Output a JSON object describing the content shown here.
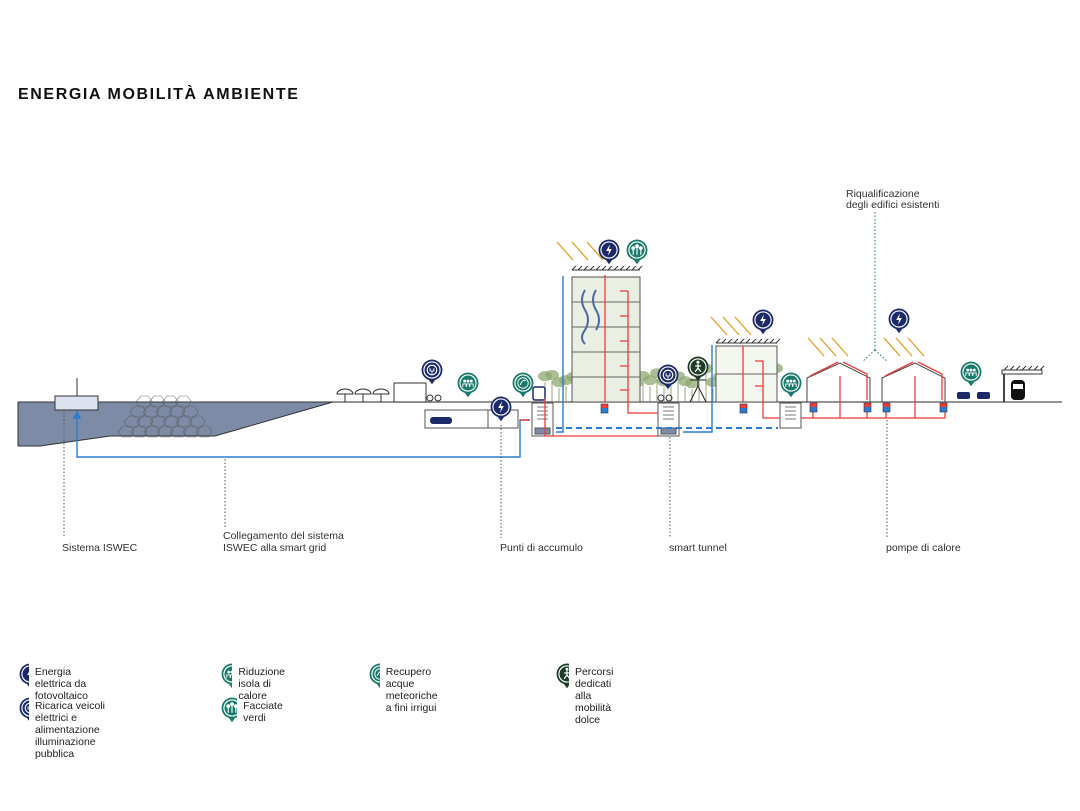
{
  "title": "ENERGIA MOBILITÀ AMBIENTE",
  "colors": {
    "navy": "#1c2a6b",
    "teal": "#1a7a6c",
    "darkgreen": "#1f3b26",
    "sea": "#7d8ba6",
    "blue": "#2a7dd1",
    "red": "#ee3b3b",
    "sun": "#e0a020",
    "tree": "#8fa870"
  },
  "labels": {
    "iswec": "Sistema ISWEC",
    "collegamento_1": "Collegamento del sistema",
    "collegamento_2": "ISWEC alla smart grid",
    "accumulo": "Punti di accumulo",
    "tunnel": "smart tunnel",
    "pompe": "pompe di calore",
    "riqualificazione_1": "Riqualificazione",
    "riqualificazione_2": "degli edifici esistenti"
  },
  "pins": [
    {
      "icon": "charging-icon",
      "color": "navy"
    },
    {
      "icon": "heat-island-icon",
      "color": "teal"
    },
    {
      "icon": "rainwater-icon",
      "color": "teal"
    },
    {
      "icon": "bolt-icon",
      "color": "navy"
    },
    {
      "icon": "bolt-icon",
      "color": "navy"
    },
    {
      "icon": "green-facade-icon",
      "color": "teal"
    },
    {
      "icon": "pedestrian-icon",
      "color": "darkgreen"
    },
    {
      "icon": "charging-icon",
      "color": "navy"
    },
    {
      "icon": "bolt-icon",
      "color": "navy"
    },
    {
      "icon": "heat-island-icon",
      "color": "teal"
    },
    {
      "icon": "bolt-icon",
      "color": "navy"
    },
    {
      "icon": "heat-island-icon",
      "color": "teal"
    }
  ],
  "legend": [
    {
      "icon": "bolt-icon",
      "color": "navy",
      "lines": [
        "Energia elettrica da fotovoltaico"
      ]
    },
    {
      "icon": "heat-island-icon",
      "color": "teal",
      "lines": [
        "Riduzione isola di calore"
      ]
    },
    {
      "icon": "rainwater-icon",
      "color": "teal",
      "lines": [
        "Recupero acque meteoriche",
        "a fini irrigui"
      ]
    },
    {
      "icon": "pedestrian-icon",
      "color": "darkgreen",
      "lines": [
        "Percorsi dedicati",
        "alla mobilità dolce"
      ]
    },
    {
      "icon": "charging-icon",
      "color": "navy",
      "lines": [
        "Ricarica veicoli elettrici e",
        "alimentazione illuminazione pubblica"
      ]
    },
    {
      "icon": "green-facade-icon",
      "color": "teal",
      "lines": [
        "Facciate verdi"
      ]
    }
  ]
}
